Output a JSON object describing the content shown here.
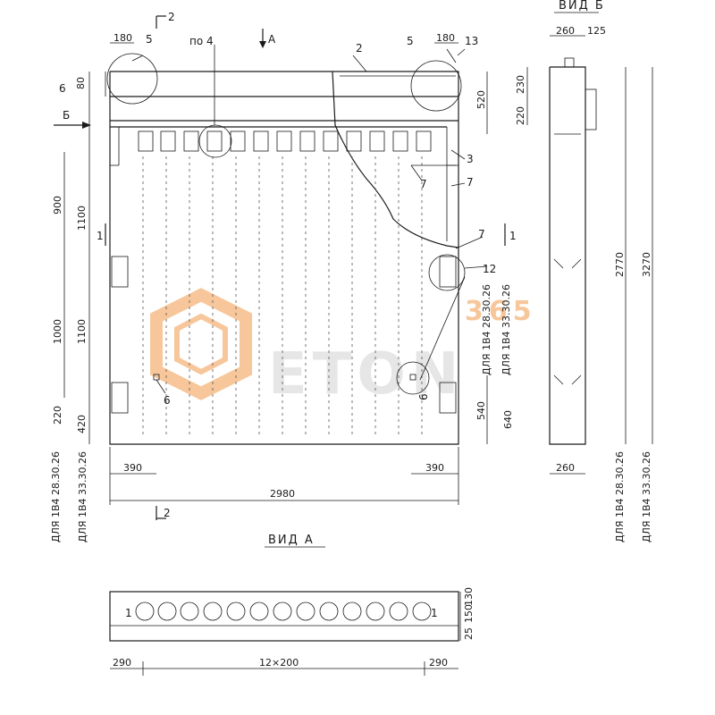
{
  "drawing": {
    "main_view": {
      "top_dims": {
        "left": "180",
        "right": "180"
      },
      "left_dims": {
        "d80": "80",
        "d900": "900",
        "d1100_top": "1100",
        "d1000": "1000",
        "d1100_mid": "1100",
        "d220": "220",
        "d420": "420"
      },
      "right_dims": {
        "d520": "520",
        "d540": "540",
        "d640": "640"
      },
      "bottom_dims": {
        "left": "390",
        "right": "390",
        "total": "2980"
      },
      "variants": {
        "a": "ДЛЯ 1В4 28.30.26",
        "b": "ДЛЯ 1В4 33.30.26"
      },
      "callouts": {
        "c2": "2",
        "c3": "3",
        "c4": "по 4",
        "c5a": "5",
        "c5b": "5",
        "c6a": "6",
        "c6b": "6",
        "c6c": "6",
        "c7a": "7",
        "c7b": "7",
        "c7c": "7",
        "c12": "12",
        "c13": "13",
        "c1a": "1",
        "c1b": "1"
      },
      "section_marks": {
        "top": "2",
        "bottom": "2",
        "arrow_a": "А",
        "arrow_b": "Б"
      }
    },
    "side_view": {
      "title": "ВИД Б",
      "top_dims": {
        "w": "260",
        "t": "125"
      },
      "left_dims": {
        "d230": "230",
        "d220": "220"
      },
      "right_dims": {
        "h1": "2770",
        "h2": "3270"
      },
      "bottom_dim": "260",
      "variants": {
        "a": "ДЛЯ 1В4 28.30.26",
        "b": "ДЛЯ 1В4 33.30.26"
      }
    },
    "view_a": {
      "title": "ВИД А",
      "dims": {
        "left": "290",
        "mid": "12×200",
        "right": "290"
      },
      "side_dims": {
        "d130": "130",
        "d150": "150",
        "d25": "25"
      },
      "cut_marks": {
        "left": "1",
        "right": "1"
      }
    },
    "watermark": {
      "text": "ETON",
      "number": "365"
    }
  }
}
